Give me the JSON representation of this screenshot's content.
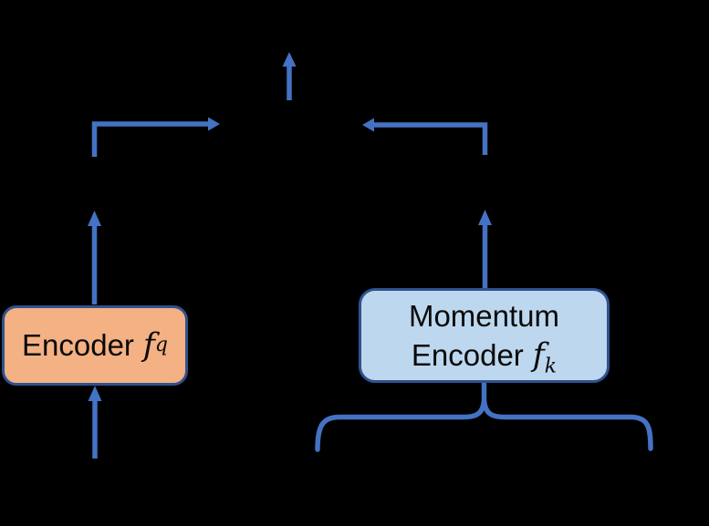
{
  "colors": {
    "background": "#000000",
    "arrow": "#4472C4",
    "box_border": "#2F528F",
    "encoder_fill": "#F4B183",
    "momentum_fill": "#BDD7EE",
    "label_text": "#0a0a0a"
  },
  "encoder_box": {
    "label": "Encoder",
    "symbol": "f",
    "subscript": "q"
  },
  "momentum_box": {
    "line1": "Momentum",
    "line2": "Encoder",
    "symbol": "f",
    "subscript": "k"
  },
  "shapes": {
    "top_output_arrow": "up-arrow",
    "left_elbow_arrow": "elbow-right-arrow",
    "right_elbow_arrow": "elbow-left-arrow",
    "query_feature_arrow": "up-arrow",
    "key_feature_arrow": "up-arrow",
    "query_input_arrow": "up-arrow",
    "keys_group_brace": "horizontal-curly-brace"
  }
}
